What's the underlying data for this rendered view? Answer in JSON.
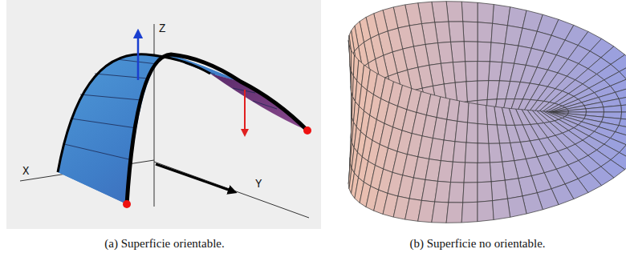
{
  "diagram": {
    "labels": [
      "Z",
      "X",
      "Y",
      "(a) Superficie orientable.",
      "(b) Superficie no orientable."
    ]
  }
}
